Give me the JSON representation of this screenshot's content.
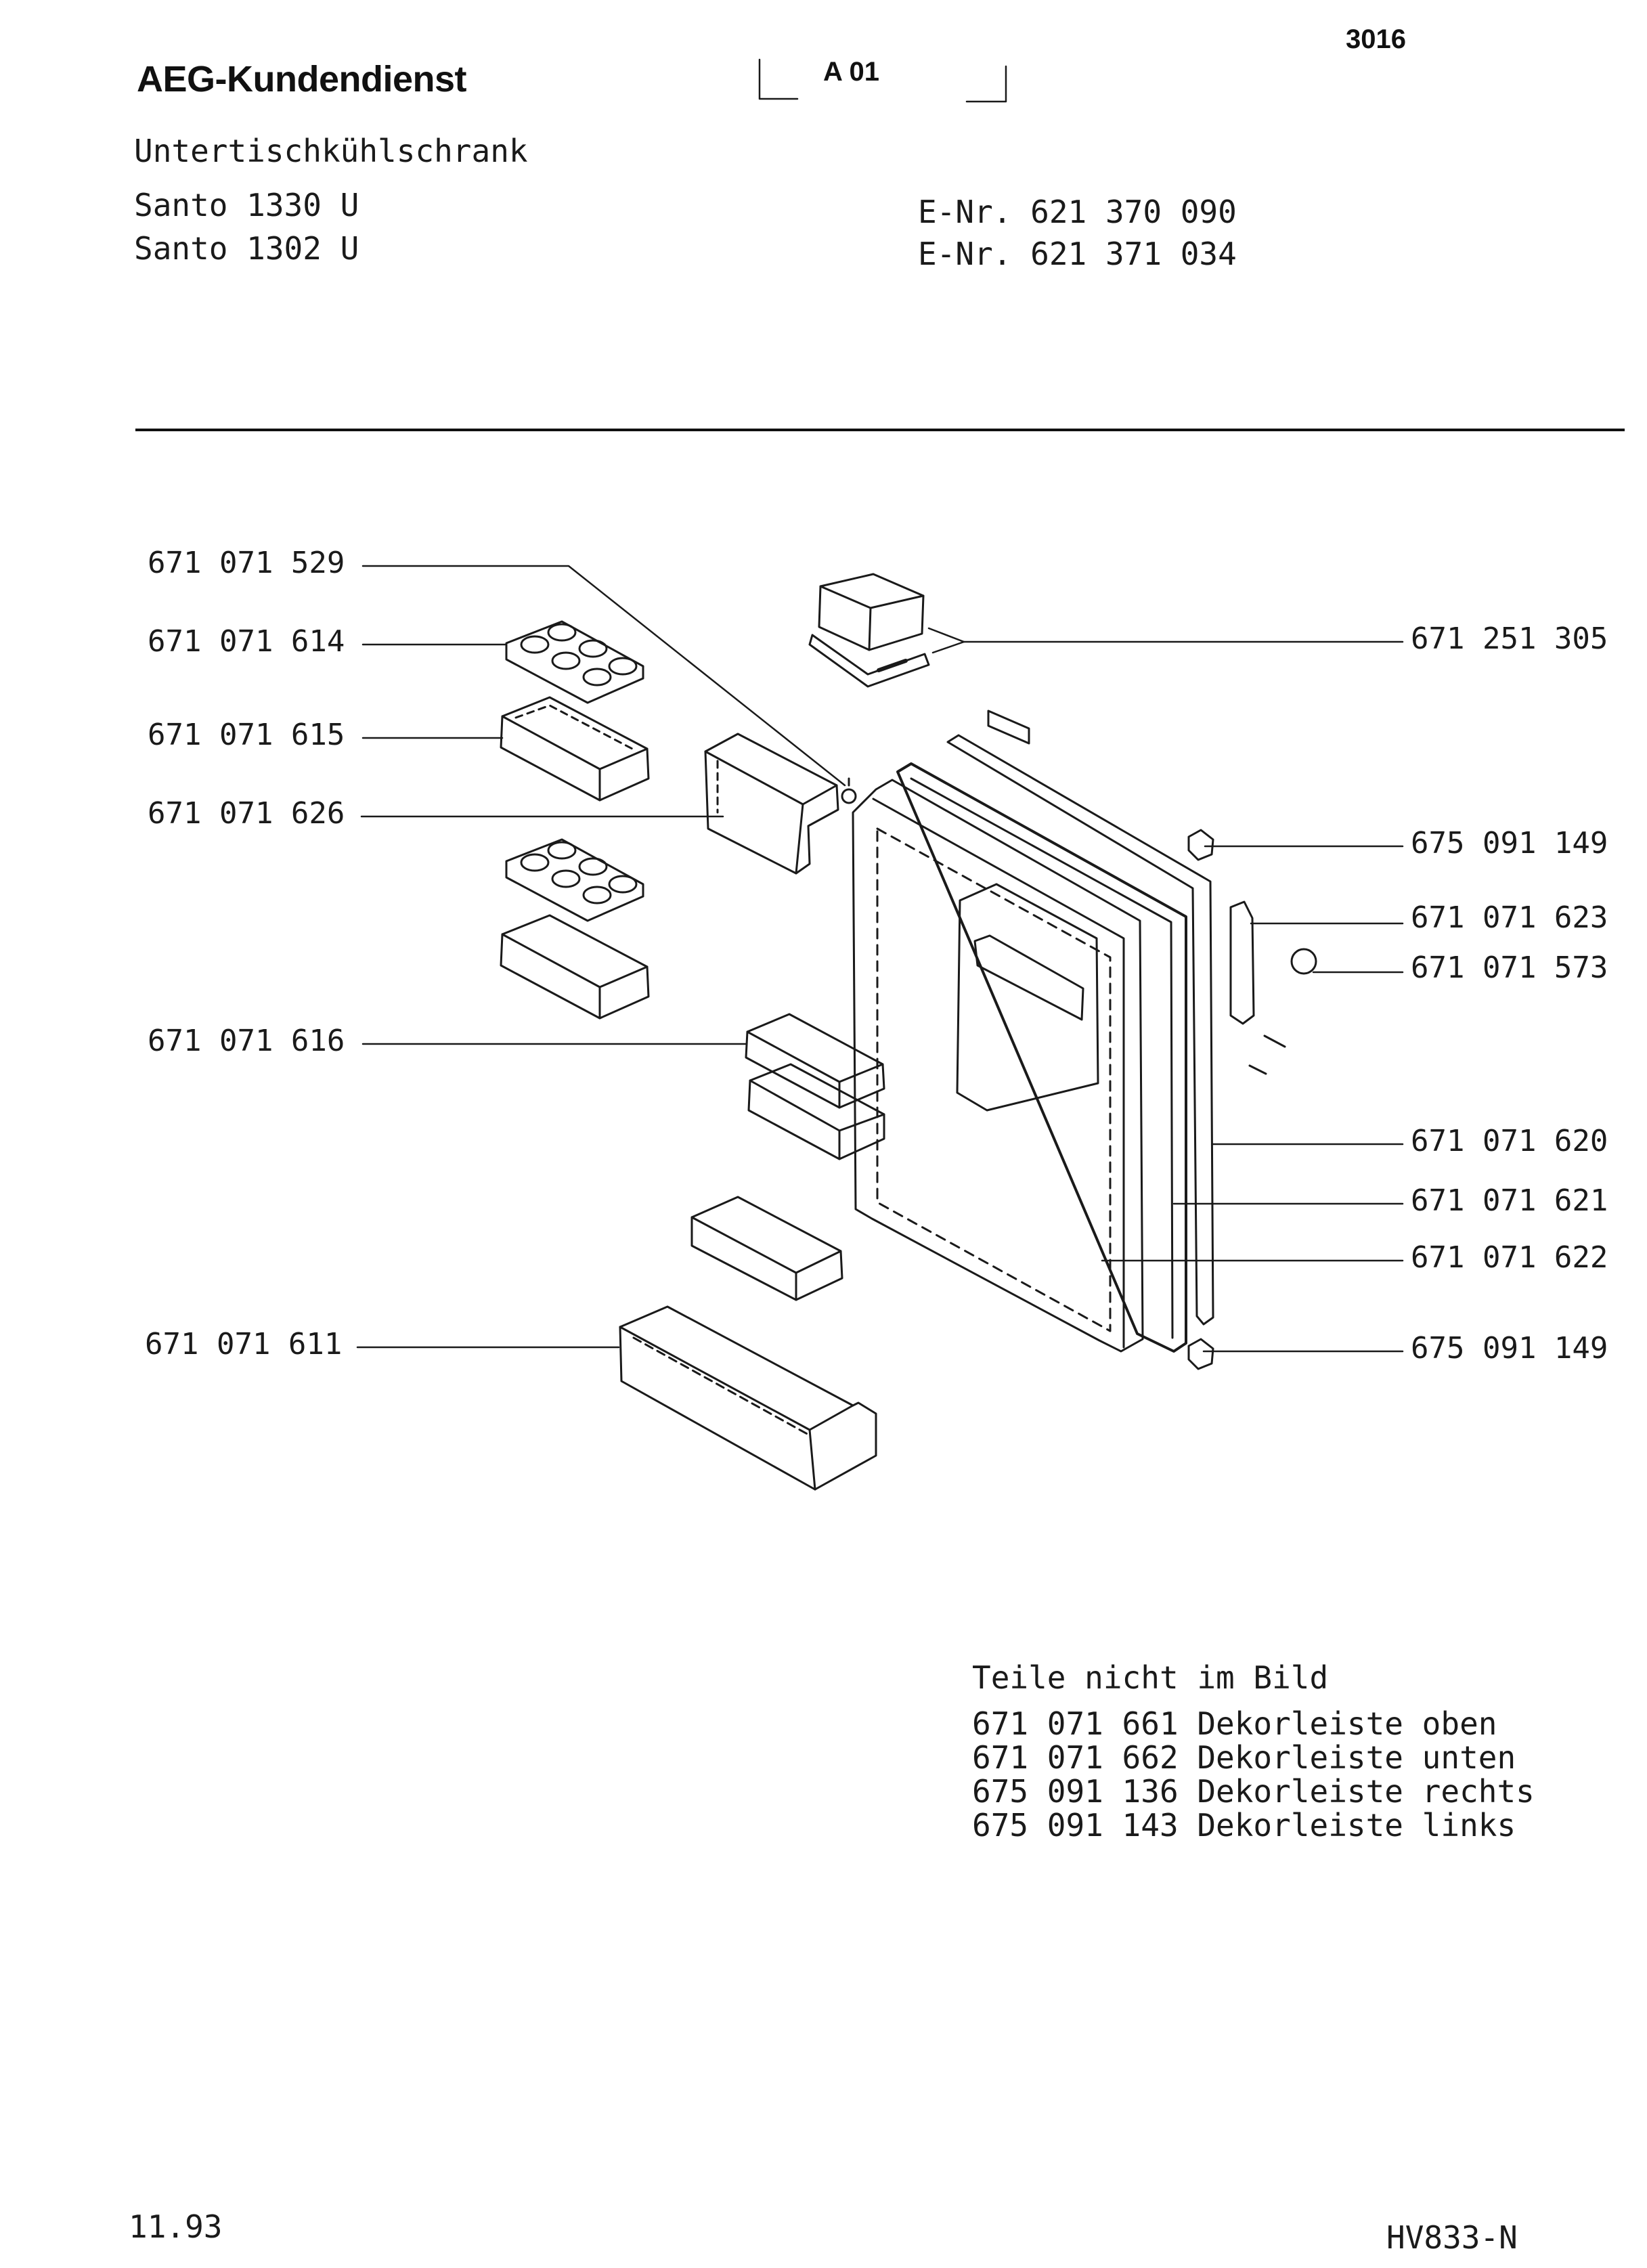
{
  "header": {
    "brand": "AEG-Kundendienst",
    "code": "A 01",
    "page_number": "3016",
    "product_type": "Untertischkühlschrank",
    "models": [
      {
        "name": "Santo 1330 U",
        "enr": "E-Nr. 621 370 090"
      },
      {
        "name": "Santo 1302 U",
        "enr": "E-Nr. 621 371 034"
      }
    ]
  },
  "callouts_left": [
    "671 071 529",
    "671 071 614",
    "671 071 615",
    "671 071 626",
    "671 071 616",
    "671 071 611"
  ],
  "callouts_right": [
    "671 251 305",
    "675 091 149",
    "671 071 623",
    "671 071 573",
    "671 071 620",
    "671 071 621",
    "671 071 622",
    "675 091 149"
  ],
  "parts_not_shown": {
    "heading": "Teile nicht im Bild",
    "items": [
      {
        "number": "671 071 661",
        "desc": "Dekorleiste oben"
      },
      {
        "number": "671 071 662",
        "desc": "Dekorleiste unten"
      },
      {
        "number": "675 091 136",
        "desc": "Dekorleiste rechts"
      },
      {
        "number": "675 091 143",
        "desc": "Dekorleiste links"
      }
    ]
  },
  "footer": {
    "date": "11.93",
    "doc_code": "HV833-N"
  }
}
